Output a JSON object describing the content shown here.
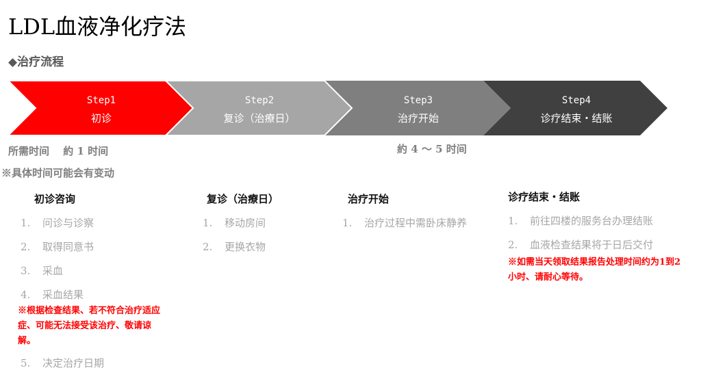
{
  "title": "LDL血液净化疗法",
  "subtitle": "◆治疗流程",
  "steps": [
    {
      "num": "Step1",
      "label": "初诊",
      "color": "#ff0000"
    },
    {
      "num": "Step2",
      "label": "复诊（治療日）",
      "color": "#a6a6a6"
    },
    {
      "num": "Step3",
      "label": "治疗开始",
      "color": "#7f7f7f"
    },
    {
      "num": "Step4",
      "label": "诊疗结束・结账",
      "color": "#404040"
    }
  ],
  "time1": "所需时间　 約 1 时间",
  "time2": "約 4 ～ 5 时间",
  "note": "※具体时间可能会有变动",
  "columns": [
    {
      "heading": "初诊咨询",
      "items": [
        {
          "num": "1.",
          "text": "问诊与诊察"
        },
        {
          "num": "2.",
          "text": "取得同意书"
        },
        {
          "num": "3.",
          "text": "采血"
        },
        {
          "num": "4.",
          "text": "采血结果"
        }
      ],
      "red": "※根据检查结果、若不符合治疗适应症、可能无法接受该治疗、敬请谅解。",
      "last": {
        "num": "5.",
        "text": "决定治疗日期"
      }
    },
    {
      "heading": "复诊（治療日）",
      "items": [
        {
          "num": "1.",
          "text": "移动房间"
        },
        {
          "num": "2.",
          "text": "更换衣物"
        }
      ]
    },
    {
      "heading": "治疗开始",
      "items": [
        {
          "num": "1.",
          "text": "治疗过程中需卧床静养"
        }
      ]
    },
    {
      "heading": "诊疗结束・结账",
      "items": [
        {
          "num": "1.",
          "text": "前往四楼的服务台办理结账"
        },
        {
          "num": "2.",
          "text": "血液检查结果将于日后交付"
        }
      ],
      "red": "※如需当天领取结果报告处理时间约为1到2小时、请耐心等待。"
    }
  ]
}
